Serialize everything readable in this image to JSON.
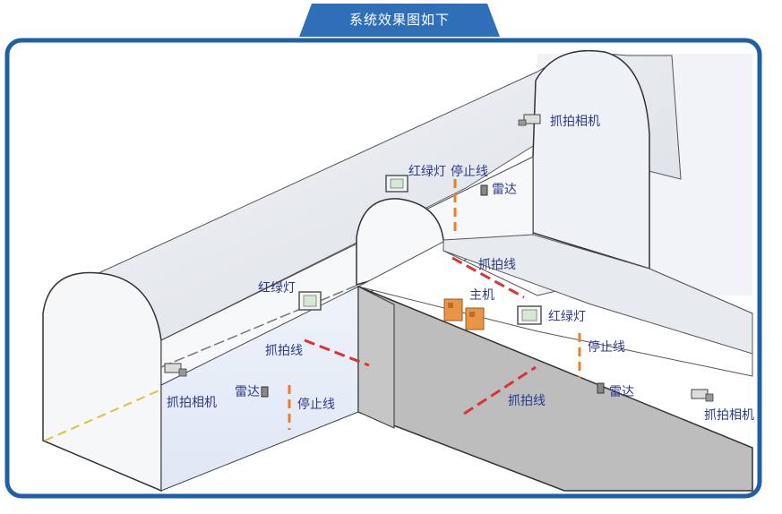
{
  "title": "系统效果图如下",
  "colors": {
    "frame": "#1f5fa6",
    "title_bg": "#2f6fb8",
    "label": "#2d3a8c",
    "stop_line": "#f07c28",
    "capture_line": "#dd3333",
    "controller": "#e8954a",
    "wall_dark": "#b8b8b8",
    "tunnel_top": "#e3e6eb"
  },
  "labels": {
    "camera_top_right": "抓拍相机",
    "traffic_light_top": "红绿灯",
    "stop_line_top": "停止线",
    "radar_top": "雷达",
    "capture_line_mid_right": "抓拍线",
    "traffic_light_left": "红绿灯",
    "host": "主机",
    "traffic_light_right": "红绿灯",
    "capture_line_left": "抓拍线",
    "stop_line_right": "停止线",
    "camera_left": "抓拍相机",
    "radar_left": "雷达",
    "stop_line_left": "停止线",
    "radar_right": "雷达",
    "capture_line_bottom": "抓拍线",
    "camera_bottom_right": "抓拍相机"
  }
}
